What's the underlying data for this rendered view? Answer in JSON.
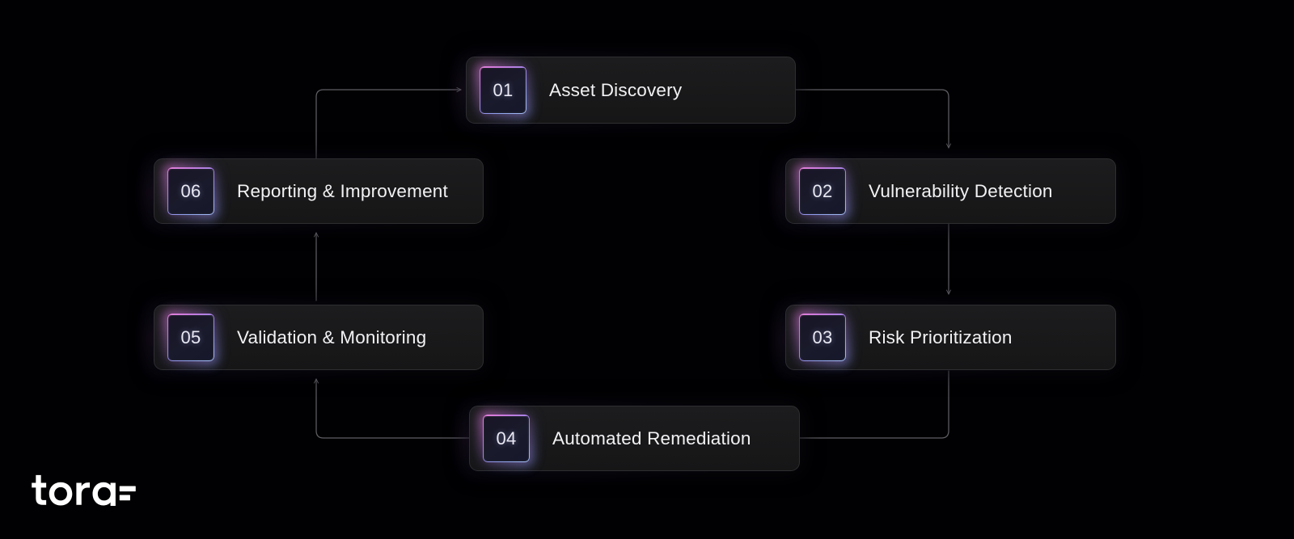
{
  "page": {
    "background_color": "#000000",
    "card_background": "#1a1a1c",
    "card_border_color": "#2e2e31",
    "accent_gradient_from": "#e47fd6",
    "accent_gradient_to": "#a8c2f5",
    "connector_color": "#6a6a6e",
    "text_color": "#f2f2f4"
  },
  "brand": {
    "name": "torq",
    "logo_wordmark": "torq",
    "logo_mark": "two-bars-mark"
  },
  "diagram": {
    "type": "cycle-flow",
    "title": "",
    "steps": [
      {
        "number": "01",
        "label": "Asset Discovery",
        "position": "top-center"
      },
      {
        "number": "02",
        "label": "Vulnerability Detection",
        "position": "right-upper"
      },
      {
        "number": "03",
        "label": "Risk Prioritization",
        "position": "right-lower"
      },
      {
        "number": "04",
        "label": "Automated Remediation",
        "position": "bottom-center"
      },
      {
        "number": "05",
        "label": "Validation & Monitoring",
        "position": "left-lower"
      },
      {
        "number": "06",
        "label": "Reporting & Improvement",
        "position": "left-upper"
      }
    ],
    "connections": [
      {
        "from": "01",
        "to": "02",
        "style": "elbow-right-down",
        "arrow": true
      },
      {
        "from": "02",
        "to": "03",
        "style": "vertical-down",
        "arrow": true
      },
      {
        "from": "03",
        "to": "04",
        "style": "elbow-down-left",
        "arrow": false
      },
      {
        "from": "04",
        "to": "05",
        "style": "elbow-left-up",
        "arrow": true
      },
      {
        "from": "05",
        "to": "06",
        "style": "vertical-up",
        "arrow": true
      },
      {
        "from": "06",
        "to": "01",
        "style": "elbow-up-right",
        "arrow": true
      }
    ]
  }
}
